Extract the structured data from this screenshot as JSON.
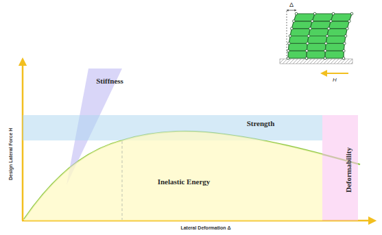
{
  "diagram": {
    "nodes": [
      {
        "text": [
          "Stiffness"
        ]
      },
      {
        "text": [
          "Strength"
        ]
      },
      {
        "text": [
          "Inelastic Energy"
        ]
      },
      {
        "text": [
          "Deformability"
        ]
      }
    ],
    "labels": [
      "Design Lateral Force H",
      "Lateral Deformation Δ",
      "Δ",
      "H"
    ]
  }
}
